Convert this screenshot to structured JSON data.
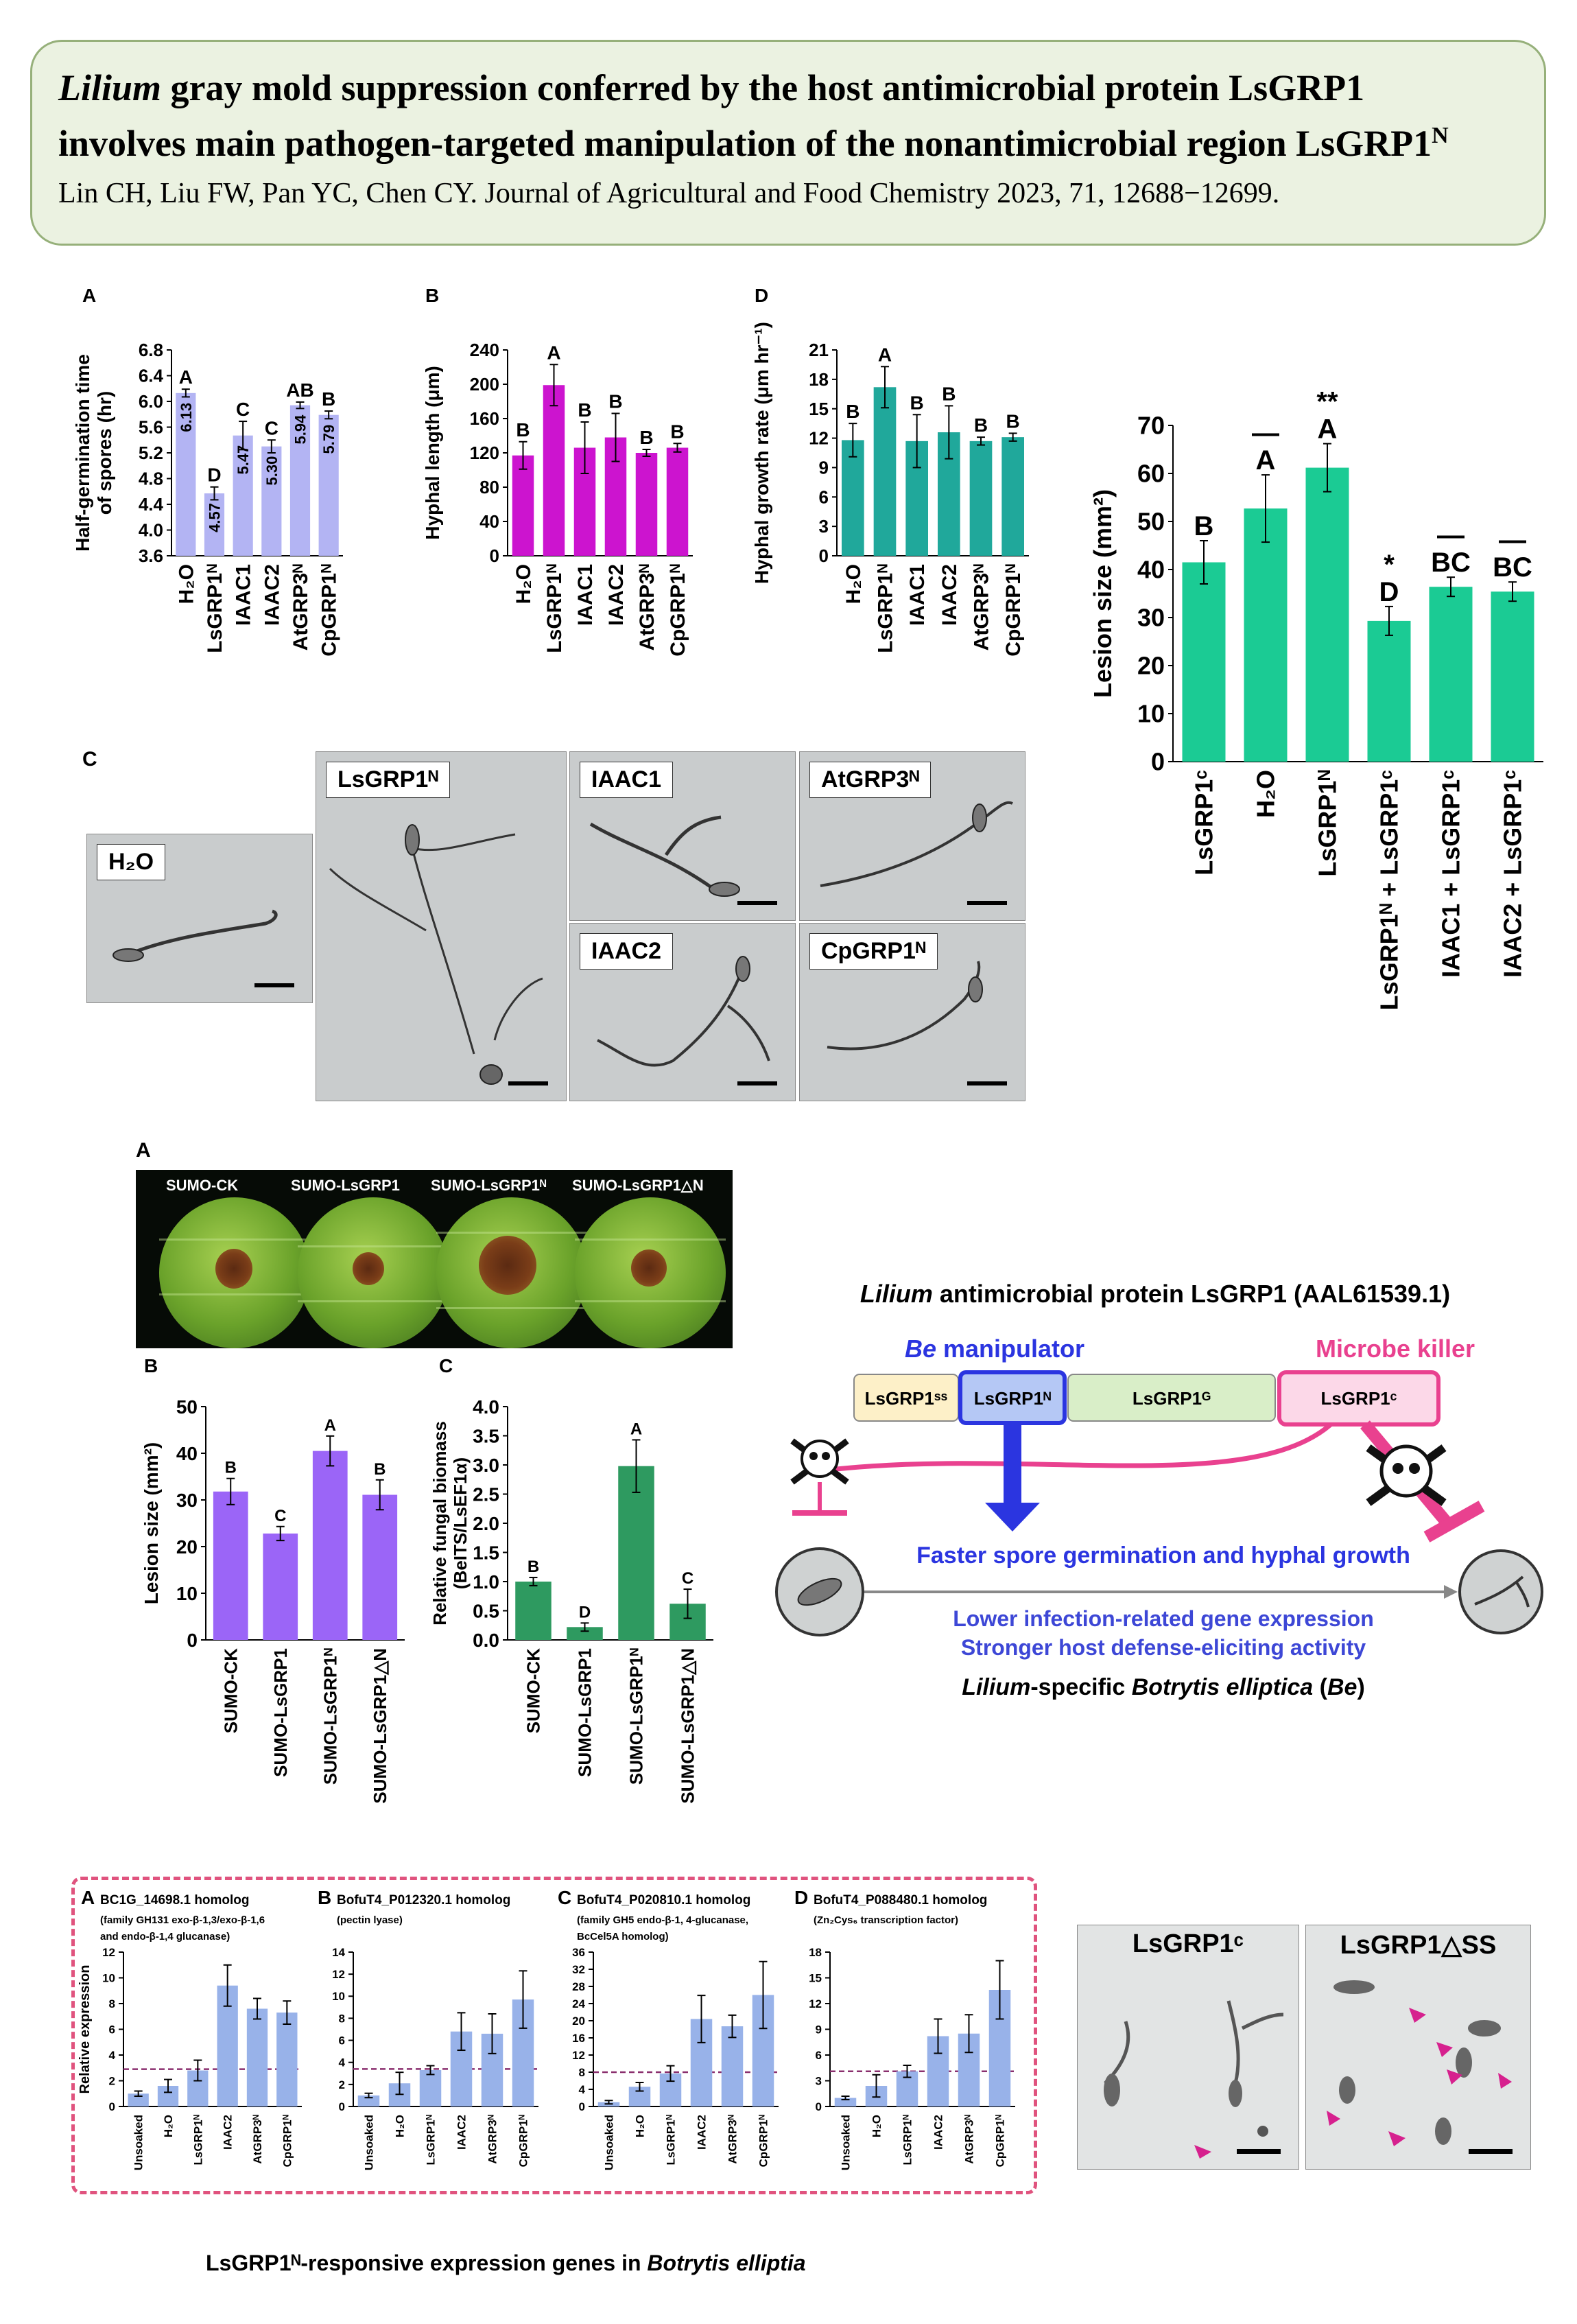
{
  "header": {
    "title_italic": "Lilium",
    "title_line1_rest": " gray mold suppression conferred by the host antimicrobial protein LsGRP1",
    "title_line2": "involves main pathogen-targeted manipulation of the nonantimicrobial region LsGRP1",
    "title_sup": "N",
    "citation": "Lin CH, Liu FW, Pan YC, Chen CY.  Journal of Agricultural and Food Chemistry 2023, 71, 12688−12699."
  },
  "colors": {
    "lavender": "#b3b4f3",
    "magenta": "#cc14cf",
    "teal": "#20a89b",
    "green": "#1bcb94",
    "purple": "#9b65f7",
    "darkgreen": "#2e9a60",
    "blue": "#98b2e9",
    "pink": "#e9418f",
    "navy": "#2b35e0"
  },
  "chart_data": [
    {
      "id": "A1",
      "panel": "A",
      "type": "bar",
      "ylabel_line1": "Half-germination time",
      "ylabel_line2": "of spores (hr)",
      "ylim": [
        3.6,
        6.8
      ],
      "ticks": [
        "3.6",
        "4.0",
        "4.4",
        "4.8",
        "5.2",
        "5.6",
        "6.0",
        "6.4",
        "6.8"
      ],
      "categories": [
        "H₂O",
        "LsGRP1ᴺ",
        "IAAC1",
        "IAAC2",
        "AtGRP3ᴺ",
        "CpGRP1ᴺ"
      ],
      "values": [
        6.13,
        4.57,
        5.47,
        5.3,
        5.94,
        5.79
      ],
      "errors": [
        0.06,
        0.1,
        0.22,
        0.1,
        0.05,
        0.06
      ],
      "value_labels": [
        "6.13",
        "4.57",
        "5.47",
        "5.30",
        "5.94",
        "5.79"
      ],
      "letters": [
        "A",
        "D",
        "C",
        "C",
        "AB",
        "B"
      ]
    },
    {
      "id": "B1",
      "panel": "B",
      "type": "bar",
      "ylabel_line1": "Hyphal length (μm)",
      "ylim": [
        0,
        240
      ],
      "ticks": [
        "0",
        "40",
        "80",
        "120",
        "160",
        "200",
        "240"
      ],
      "categories": [
        "H₂O",
        "LsGRP1ᴺ",
        "IAAC1",
        "IAAC2",
        "AtGRP3ᴺ",
        "CpGRP1ᴺ"
      ],
      "values": [
        117,
        199,
        126,
        138,
        120,
        126
      ],
      "errors": [
        16,
        24,
        30,
        28,
        4,
        5
      ],
      "letters": [
        "B",
        "A",
        "B",
        "B",
        "B",
        "B"
      ]
    },
    {
      "id": "D1",
      "panel": "D",
      "type": "bar",
      "ylabel_line1": "Hyphal growth rate (μm hr⁻¹)",
      "ylim": [
        0,
        21
      ],
      "ticks": [
        "0",
        "3",
        "6",
        "9",
        "12",
        "15",
        "18",
        "21"
      ],
      "categories": [
        "H₂O",
        "LsGRP1ᴺ",
        "IAAC1",
        "IAAC2",
        "AtGRP3ᴺ",
        "CpGRP1ᴺ"
      ],
      "values": [
        11.8,
        17.2,
        11.7,
        12.6,
        11.7,
        12.1
      ],
      "errors": [
        1.7,
        2.1,
        2.7,
        2.7,
        0.4,
        0.4
      ],
      "letters": [
        "B",
        "A",
        "B",
        "B",
        "B",
        "B"
      ]
    },
    {
      "id": "E1",
      "panel": "",
      "type": "bar",
      "ylabel_line1": "Lesion size (mm²)",
      "ylim": [
        0,
        70
      ],
      "ticks": [
        "0",
        "10",
        "20",
        "30",
        "40",
        "50",
        "60",
        "70"
      ],
      "categories": [
        "LsGRP1ᶜ",
        "H₂O",
        "LsGRP1ᴺ",
        "LsGRP1ᴺ + LsGRP1ᶜ",
        "IAAC1 + LsGRP1ᶜ",
        "IAAC2 + LsGRP1ᶜ"
      ],
      "values": [
        41.5,
        52.7,
        61.2,
        29.3,
        36.4,
        35.4
      ],
      "errors": [
        4.5,
        7,
        5,
        3,
        2,
        2
      ],
      "letters": [
        "B",
        "A",
        "A",
        "D",
        "BC",
        "BC"
      ],
      "marks": [
        "",
        "—",
        "**",
        "*",
        "—",
        "—"
      ]
    },
    {
      "id": "B2",
      "panel": "B",
      "type": "bar",
      "ylabel_line1": "Lesion size (mm²)",
      "ylim": [
        0,
        50
      ],
      "ticks": [
        "0",
        "10",
        "20",
        "30",
        "40",
        "50"
      ],
      "categories": [
        "SUMO-CK",
        "SUMO-LsGRP1",
        "SUMO-LsGRP1ᴺ",
        "SUMO-LsGRP1△N"
      ],
      "values": [
        31.8,
        22.8,
        40.5,
        31.1
      ],
      "errors": [
        2.8,
        1.5,
        3.2,
        3.2
      ],
      "letters": [
        "B",
        "C",
        "A",
        "B"
      ]
    },
    {
      "id": "C2",
      "panel": "C",
      "type": "bar",
      "ylabel_line1": "Relative fungal biomass",
      "ylabel_line2": "(BeITS/LsEF1α)",
      "ylim": [
        0,
        4.0
      ],
      "ticks": [
        "0.0",
        "0.5",
        "1.0",
        "1.5",
        "2.0",
        "2.5",
        "3.0",
        "3.5",
        "4.0"
      ],
      "categories": [
        "SUMO-CK",
        "SUMO-LsGRP1",
        "SUMO-LsGRP1ᴺ",
        "SUMO-LsGRP1△N"
      ],
      "values": [
        1.0,
        0.22,
        2.98,
        0.62
      ],
      "errors": [
        0.07,
        0.07,
        0.45,
        0.25
      ],
      "letters": [
        "B",
        "D",
        "A",
        "C"
      ]
    },
    {
      "id": "G1",
      "panel": "A",
      "type": "bar",
      "title_line1": "BC1G_14698.1 homolog",
      "title_line2": "(family GH131 exo-β-1,3/exo-β-1,6",
      "title_line3": "and endo-β-1,4 glucanase)",
      "ylabel_line1": "Relative expression",
      "ylim": [
        0,
        12
      ],
      "ticks": [
        "0",
        "2",
        "4",
        "6",
        "8",
        "10",
        "12"
      ],
      "categories": [
        "Unsoaked",
        "H₂O",
        "LsGRP1ᴺ",
        "IAAC2",
        "AtGRP3ᴺ",
        "CpGRP1ᴺ"
      ],
      "values": [
        1.0,
        1.6,
        2.8,
        9.4,
        7.6,
        7.3
      ],
      "errors": [
        0.2,
        0.5,
        0.8,
        1.6,
        0.8,
        0.9
      ],
      "threshold": 2.9
    },
    {
      "id": "G2",
      "panel": "B",
      "type": "bar",
      "title_line1": "BofuT4_P012320.1 homolog",
      "title_line2": "(pectin lyase)",
      "title_line3": "",
      "ylabel_line1": "",
      "ylim": [
        0,
        14
      ],
      "ticks": [
        "0",
        "2",
        "4",
        "6",
        "8",
        "10",
        "12",
        "14"
      ],
      "categories": [
        "Unsoaked",
        "H₂O",
        "LsGRP1ᴺ",
        "IAAC2",
        "AtGRP3ᴺ",
        "CpGRP1ᴺ"
      ],
      "values": [
        1.0,
        2.1,
        3.3,
        6.8,
        6.6,
        9.7
      ],
      "errors": [
        0.2,
        1.0,
        0.4,
        1.7,
        1.8,
        2.6
      ],
      "threshold": 3.4
    },
    {
      "id": "G3",
      "panel": "C",
      "type": "bar",
      "title_line1": "BofuT4_P020810.1 homolog",
      "title_line2": "(family GH5 endo-β-1, 4-glucanase,",
      "title_line3": "BcCel5A homolog)",
      "ylabel_line1": "",
      "ylim": [
        0,
        36
      ],
      "ticks": [
        "0",
        "4",
        "8",
        "12",
        "16",
        "20",
        "24",
        "28",
        "32",
        "36"
      ],
      "categories": [
        "Unsoaked",
        "H₂O",
        "LsGRP1ᴺ",
        "IAAC2",
        "AtGRP3ᴺ",
        "CpGRP1ᴺ"
      ],
      "values": [
        1.0,
        4.6,
        7.7,
        20.4,
        18.7,
        26.0
      ],
      "errors": [
        0.4,
        1.0,
        1.8,
        5.5,
        2.6,
        7.8
      ],
      "threshold": 8.0
    },
    {
      "id": "G4",
      "panel": "D",
      "type": "bar",
      "title_line1": "BofuT4_P088480.1 homolog",
      "title_line2": "(Zn₂Cys₆ transcription factor)",
      "title_line3": "",
      "ylabel_line1": "",
      "ylim": [
        0,
        18
      ],
      "ticks": [
        "0",
        "3",
        "6",
        "9",
        "12",
        "15",
        "18"
      ],
      "categories": [
        "Unsoaked",
        "H₂O",
        "LsGRP1ᴺ",
        "IAAC2",
        "AtGRP3ᴺ",
        "CpGRP1ᴺ"
      ],
      "values": [
        1.0,
        2.4,
        4.1,
        8.2,
        8.5,
        13.6
      ],
      "errors": [
        0.2,
        1.3,
        0.7,
        2.0,
        2.2,
        3.4
      ],
      "threshold": 4.1
    }
  ],
  "micro": {
    "panel": "C",
    "labels": [
      "H₂O",
      "LsGRP1ᴺ",
      "IAAC1",
      "AtGRP3ᴺ",
      "IAAC2",
      "CpGRP1ᴺ"
    ]
  },
  "leaf": {
    "panel": "A",
    "labels": [
      "SUMO-CK",
      "SUMO-LsGRP1",
      "SUMO-LsGRP1ᴺ",
      "SUMO-LsGRP1△N"
    ]
  },
  "diagram": {
    "title_italic": "Lilium",
    "title_rest": " antimicrobial protein LsGRP1 (AAL61539.1)",
    "be_label_italic": "Be",
    "be_label_rest": " manipulator",
    "killer": "Microbe killer",
    "segments": [
      "LsGRP1ˢˢ",
      "LsGRP1ᴺ",
      "LsGRP1ᴳ",
      "LsGRP1ᶜ"
    ],
    "effect1": "Faster spore germination and hyphal growth",
    "effect2": "Lower infection-related gene expression",
    "effect3": "Stronger host defense-eliciting activity",
    "footer_italic1": "Lilium",
    "footer_mid": "-specific ",
    "footer_italic2": "Botrytis elliptica",
    "footer_end": " (",
    "footer_italic3": "Be",
    "footer_close": ")"
  },
  "expression": {
    "caption_main": "LsGRP1ᴺ-responsive expression genes in ",
    "caption_italic": "Botrytis elliptia"
  },
  "spores": {
    "labels": [
      "LsGRP1ᶜ",
      "LsGRP1△SS"
    ]
  }
}
